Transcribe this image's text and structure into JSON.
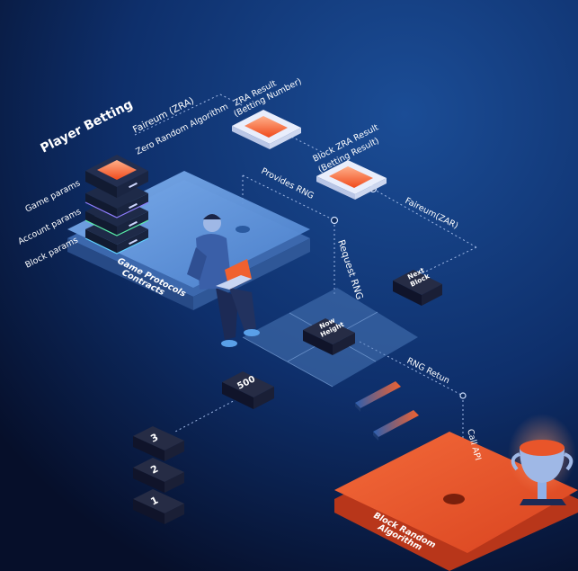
{
  "title": "Player Betting",
  "fairuem_zra": "Faireum (ZRA)",
  "zero_random_algorithm": "Zero Random Algorithm",
  "zra_result": {
    "line1": "ZRA Result",
    "line2": "(Betting Number)"
  },
  "block_zra_result": {
    "line1": "Block ZRA Result",
    "line2": "(Betting Result)"
  },
  "provides_rng": "Provides RNG",
  "request_rng": "Request RNG",
  "faireum_zar": "Faireum(ZAR)",
  "rng_return": "RNG Retun",
  "call_api": "Call API",
  "params": [
    "Game params",
    "Account params",
    "Block params"
  ],
  "game_protocol": {
    "line1": "Game Protocols",
    "line2": "Contracts"
  },
  "block_random": {
    "line1": "Block Random",
    "line2": "Algorithm"
  },
  "next_block": {
    "line1": "Next",
    "line2": "Block"
  },
  "now_height": {
    "line1": "Now",
    "line2": "Height"
  },
  "block_500": "500",
  "blocks": [
    "3",
    "2",
    "1"
  ],
  "colors": {
    "background_top": "#123a7a",
    "background_bottom": "#071a3d",
    "platform_blue": "#5b8fd6",
    "platform_orange": "#e9552a",
    "chip_orange": "#f26a3c",
    "dark_cube": "#151a2e",
    "dashed_line": "#9fb8e6",
    "grid_platform": "#3f6fb0"
  },
  "icons": [
    "person-with-laptop-icon",
    "trophy-cup-icon",
    "server-stack-icon"
  ]
}
